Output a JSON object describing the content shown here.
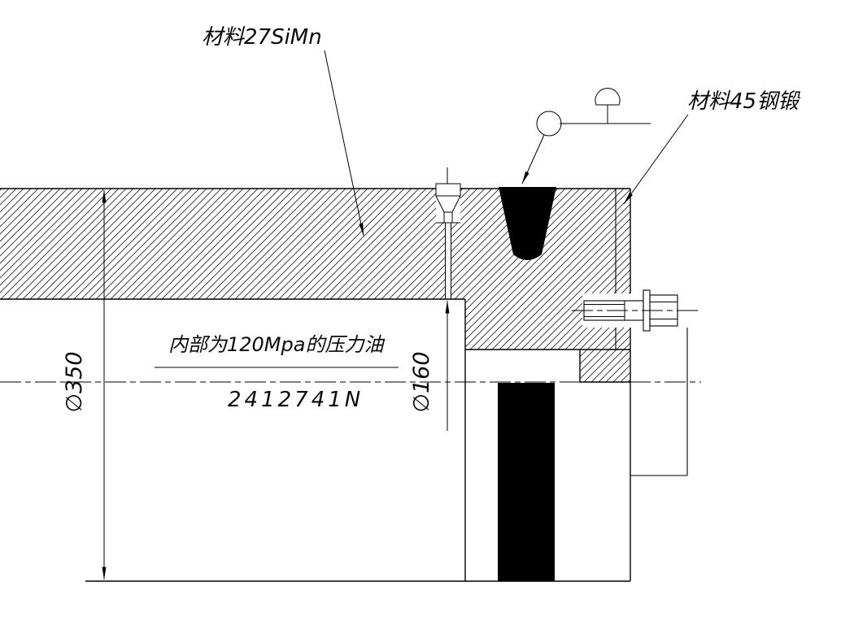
{
  "drawing": {
    "background": "#ffffff",
    "line_color": "#000000",
    "labels": {
      "material_barrel": "材料27SiMn",
      "material_head": "材料45钢锻",
      "pressure_note": "内部为120Mpa的压力油",
      "force_value": "2412741N"
    },
    "dimensions": {
      "outer_diameter": "∅350",
      "bore_diameter": "∅160"
    },
    "symbols": {
      "weld_circle_icon": "○",
      "weld_dome_icon": "◠"
    }
  }
}
